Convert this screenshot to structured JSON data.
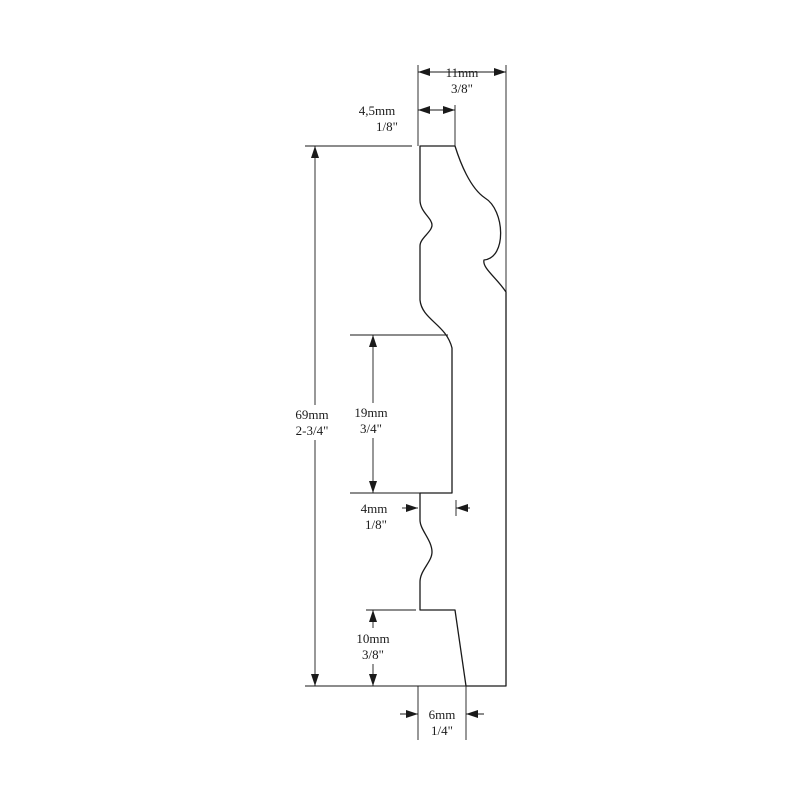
{
  "dimensions": {
    "total_depth": {
      "metric": "11mm",
      "imperial": "3/8\""
    },
    "top_step": {
      "metric": "4,5mm",
      "imperial": "1/8\""
    },
    "total_height": {
      "metric": "69mm",
      "imperial": "2-3/4\""
    },
    "groove_height": {
      "metric": "19mm",
      "imperial": "3/4\""
    },
    "groove_depth": {
      "metric": "4mm",
      "imperial": "1/8\""
    },
    "bottom_height": {
      "metric": "10mm",
      "imperial": "3/8\""
    },
    "bottom_width": {
      "metric": "6mm",
      "imperial": "1/4\""
    }
  }
}
